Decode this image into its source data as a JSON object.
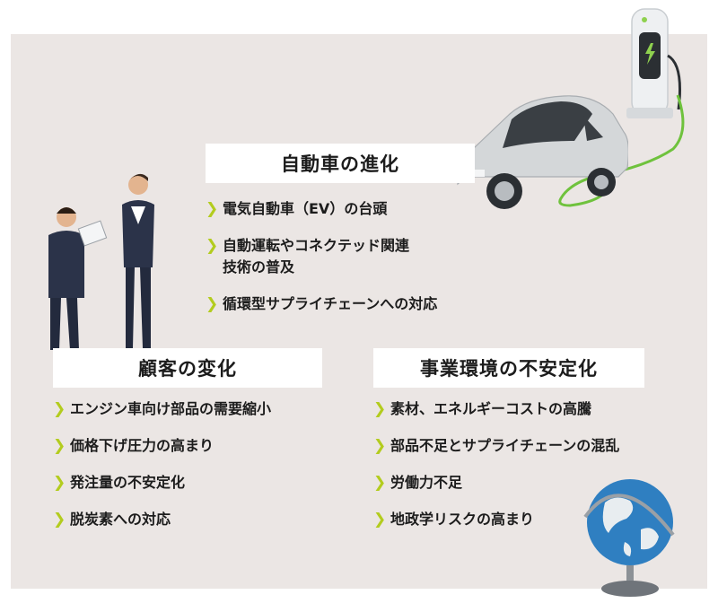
{
  "sections": {
    "vehicle": {
      "title": "自動車の進化",
      "items": [
        "電気自動車（EV）の台頭",
        "自動運転やコネクテッド関連\n技術の普及",
        "循環型サプライチェーンへの対応"
      ]
    },
    "customer": {
      "title": "顧客の変化",
      "items": [
        "エンジン車向け部品の需要縮小",
        "価格下げ圧力の高まり",
        "発注量の不安定化",
        "脱炭素への対応"
      ]
    },
    "business": {
      "title": "事業環境の不安定化",
      "items": [
        "素材、エネルギーコストの高騰",
        "部品不足とサプライチェーンの混乱",
        "労働力不足",
        "地政学リスクの高まり"
      ]
    },
    "bullet_glyph": "❯"
  },
  "colors": {
    "accent": "#b3cc1e",
    "panel": "#ebe6e4",
    "charger": "#e9ecee",
    "car": "#d4d7d9"
  },
  "icons": [
    "ev-charger-icon",
    "car-icon",
    "businessmen-icon",
    "globe-icon"
  ]
}
